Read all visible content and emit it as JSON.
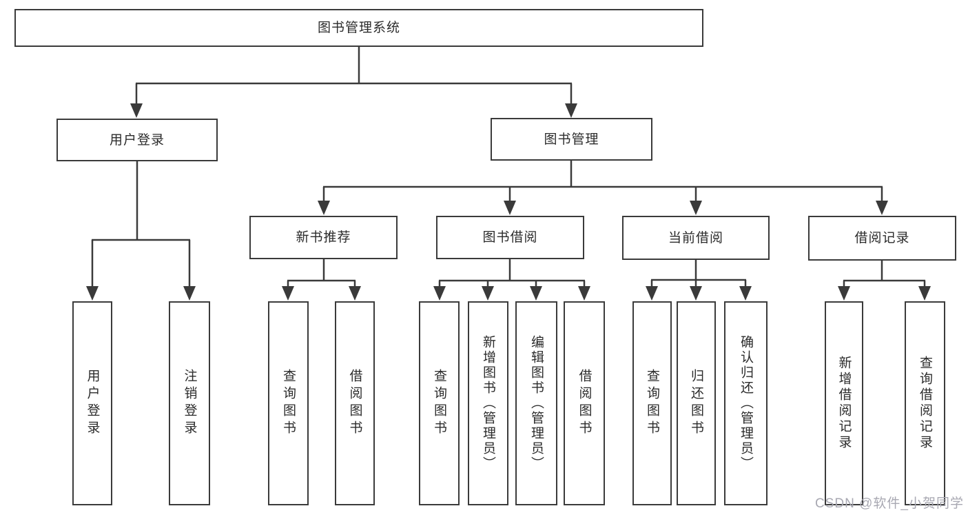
{
  "tree": {
    "label": "图书管理系统",
    "children": [
      {
        "label": "用户登录",
        "children": [
          {
            "label": "用户登录"
          },
          {
            "label": "注销登录"
          }
        ]
      },
      {
        "label": "图书管理",
        "children": [
          {
            "label": "新书推荐",
            "children": [
              {
                "label": "查询图书"
              },
              {
                "label": "借阅图书"
              }
            ]
          },
          {
            "label": "图书借阅",
            "children": [
              {
                "label": "查询图书"
              },
              {
                "label": "新增图书（管理员）"
              },
              {
                "label": "编辑图书（管理员）"
              },
              {
                "label": "借阅图书"
              }
            ]
          },
          {
            "label": "当前借阅",
            "children": [
              {
                "label": "查询图书"
              },
              {
                "label": "归还图书"
              },
              {
                "label": "确认归还（管理员）"
              }
            ]
          },
          {
            "label": "借阅记录",
            "children": [
              {
                "label": "新增借阅记录"
              },
              {
                "label": "查询借阅记录"
              }
            ]
          }
        ]
      }
    ]
  },
  "watermark": "CSDN @软件_小贺同学",
  "colors": {
    "line": "#3a3a3a",
    "box_border": "#3a3a3a",
    "text": "#2b2b2b",
    "watermark": "#a8a8b2",
    "background": "#ffffff"
  }
}
